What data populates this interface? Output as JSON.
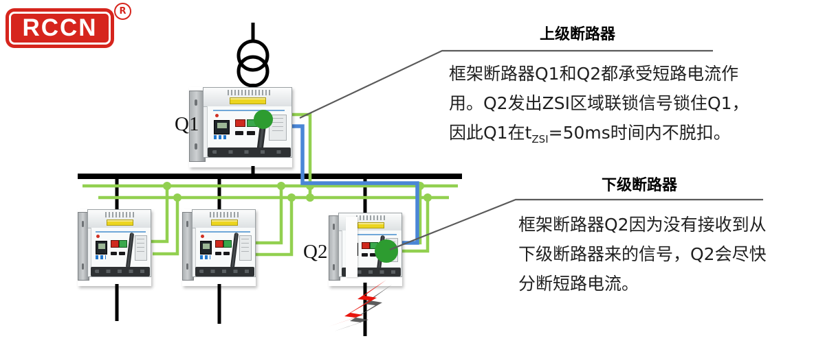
{
  "logo": {
    "text": "RCCN",
    "registered_mark": "R",
    "brand_red": "#d6251d"
  },
  "diagram": {
    "breaker_labels": {
      "q1": "Q1",
      "q2": "Q2"
    },
    "colors": {
      "interlock_signal_green": "#92d050",
      "zsi_signal_blue": "#4a86d6",
      "highlight_circle_green": "#2d9c30",
      "fault_bolt_red": "#e8150d",
      "power_line_black": "#000000",
      "leader_line_gray": "#5a5a5a"
    },
    "icons": [
      "transformer-icon",
      "busbar",
      "lightning-fault-icon",
      "junction-dot"
    ]
  },
  "callout_upper": {
    "title": "上级断路器",
    "line1": "框架断路器Q1和Q2都承受短路电流作",
    "line2": "用。Q2发出ZSI区域联锁信号锁住Q1，",
    "line3_pre": "因此Q1在t",
    "line3_sub": "ZSI",
    "line3_post": "=50ms时间内不脱扣。"
  },
  "callout_lower": {
    "title": "下级断路器",
    "line1": "框架断路器Q2因为没有接收到从",
    "line2": "下级断路器来的信号，Q2会尽快",
    "line3": "分断短路电流。"
  }
}
